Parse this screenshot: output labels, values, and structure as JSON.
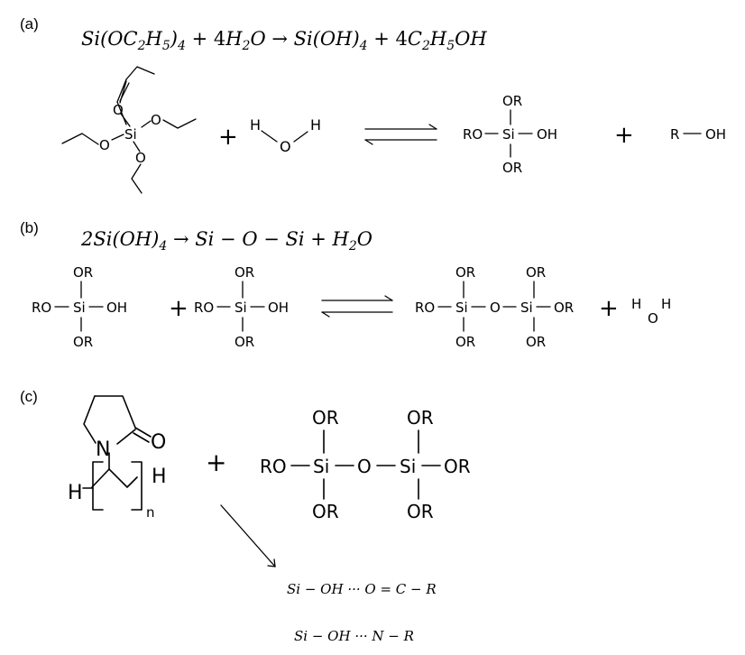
{
  "panels": {
    "a": {
      "label": "(a)",
      "equation": {
        "reactant1": "Si(OC",
        "r1_sub1": "2",
        "r1_mid": "H",
        "r1_sub2": "5",
        "r1_close": ")",
        "r1_sub3": "4",
        "plus1": " + 4",
        "water": "H",
        "water_sub": "2",
        "water_o": "O",
        "arrow": " → ",
        "product1": "Si(OH)",
        "p1_sub": "4",
        "plus2": " + 4",
        "product2a": "C",
        "p2_sub1": "2",
        "product2b": "H",
        "p2_sub2": "5",
        "product2c": "OH"
      },
      "teos_o": "O",
      "teos_si": "Si",
      "plus": "+",
      "water_h": "H",
      "water_o": "O",
      "silanol_or": "OR",
      "silanol_ro": "RO",
      "silanol_si": "Si",
      "silanol_oh": "OH",
      "alcohol_r": "R",
      "alcohol_oh": "OH"
    },
    "b": {
      "label": "(b)",
      "equation": {
        "coef": "2Si(OH)",
        "coef_sub": "4",
        "arrow": " → ",
        "product": "Si − O − Si + H",
        "prod_sub": "2",
        "prod_o": "O"
      },
      "or": "OR",
      "ro": "RO",
      "si": "Si",
      "oh": "OH",
      "o": "O",
      "plus": "+",
      "water_h": "H",
      "water_o": "O"
    },
    "c": {
      "label": "(c)",
      "pvp_n": "N",
      "pvp_o": "O",
      "pvp_h": "H",
      "pvp_sub": "n",
      "plus": "+",
      "or": "OR",
      "ro": "RO",
      "si": "Si",
      "o": "O",
      "bond1": "Si − OH ··· O = C − R",
      "bond2": "Si − OH ··· N − R"
    }
  }
}
